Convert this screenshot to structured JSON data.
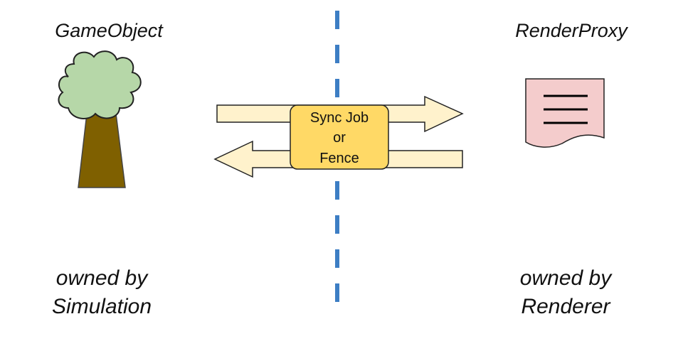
{
  "left": {
    "title": "GameObject",
    "owner_line1": "owned by",
    "owner_line2": "Simulation",
    "icon": "tree-icon"
  },
  "right": {
    "title": "RenderProxy",
    "owner_line1": "owned by",
    "owner_line2": "Renderer",
    "icon": "document-icon"
  },
  "sync": {
    "line1": "Sync Job",
    "line2": "or",
    "line3": "Fence"
  },
  "colors": {
    "divider": "#3d7ec4",
    "arrow_fill": "#fff2cc",
    "arrow_stroke": "#222222",
    "sync_fill": "#ffd966",
    "tree_foliage": "#b6d7a8",
    "tree_trunk": "#7f6000",
    "doc_fill": "#f4cccc"
  }
}
